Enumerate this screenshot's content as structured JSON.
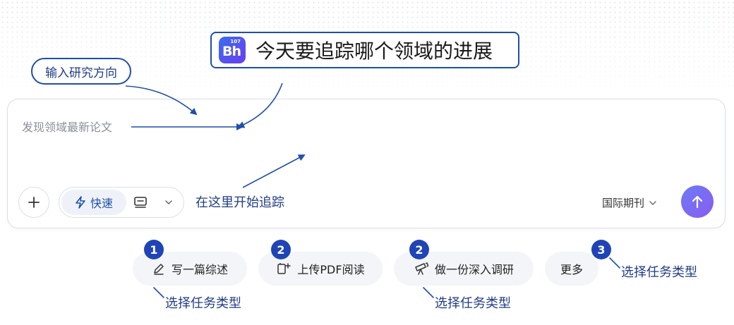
{
  "header": {
    "logo_main": "Bh",
    "logo_sup": "107",
    "title": "今天要追踪哪个领域的进展"
  },
  "annotations": {
    "input_direction": "输入研究方向",
    "start_here": "在这里开始追踪",
    "select_task_1": "选择任务类型",
    "select_task_2": "选择任务类型",
    "select_task_3": "选择任务类型"
  },
  "input": {
    "placeholder": "发现领域最新论文"
  },
  "toolbar": {
    "mode_fast": "快速",
    "journal": "国际期刊"
  },
  "chips": [
    {
      "label": "写一篇综述",
      "badge": "1",
      "icon": "pen-icon"
    },
    {
      "label": "上传PDF阅读",
      "badge": "2",
      "icon": "upload-doc-icon"
    },
    {
      "label": "做一份深入调研",
      "badge": "2",
      "icon": "telescope-icon"
    },
    {
      "label": "更多",
      "badge": "3",
      "icon": ""
    }
  ],
  "colors": {
    "accent_blue": "#1f4fa8",
    "badge_blue": "#1f44b6",
    "send_gradient_start": "#6b7cf5",
    "send_gradient_end": "#8a5cf0"
  }
}
